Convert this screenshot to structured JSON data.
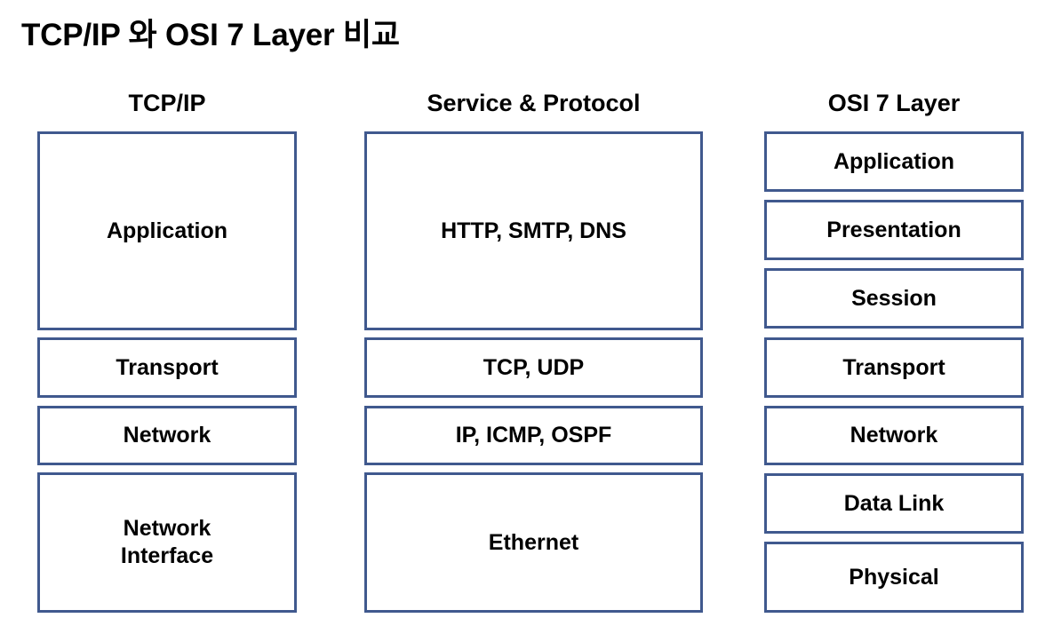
{
  "slide": {
    "title": "TCP/IP 와 OSI 7 Layer 비교",
    "accent_color": "#40598E",
    "background_color": "#FFFFFF",
    "text_color": "#000000"
  },
  "columns": [
    {
      "header": "TCP/IP",
      "boxes": [
        {
          "label": "Application"
        },
        {
          "label": "Transport"
        },
        {
          "label": "Network"
        },
        {
          "label": "Network\nInterface"
        }
      ]
    },
    {
      "header": "Service & Protocol",
      "boxes": [
        {
          "label": "HTTP, SMTP, DNS"
        },
        {
          "label": "TCP, UDP"
        },
        {
          "label": "IP, ICMP, OSPF"
        },
        {
          "label": "Ethernet"
        }
      ]
    },
    {
      "header": "OSI 7 Layer",
      "boxes": [
        {
          "label": "Application"
        },
        {
          "label": "Presentation"
        },
        {
          "label": "Session"
        },
        {
          "label": "Transport"
        },
        {
          "label": "Network"
        },
        {
          "label": "Data Link"
        },
        {
          "label": "Physical"
        }
      ]
    }
  ]
}
